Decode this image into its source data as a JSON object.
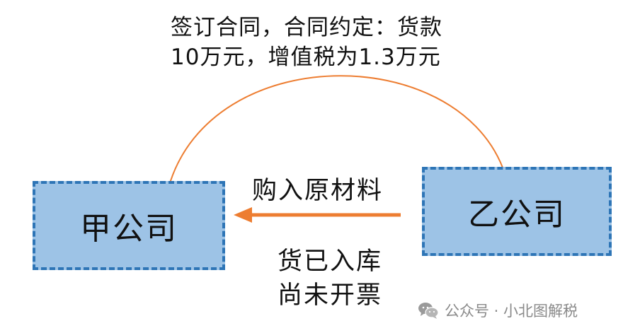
{
  "contract_note": {
    "line1": "签订合同，合同约定：货款",
    "line2": "10万元，增值税为1.3万元"
  },
  "entities": {
    "party_a": "甲公司",
    "party_b": "乙公司"
  },
  "flow": {
    "purchase_label": "购入原材料",
    "status_line1": "货已入库",
    "status_line2": "尚未开票"
  },
  "watermark": {
    "text": "公众号 · 小北图解税",
    "icon": "wechat-icon"
  },
  "colors": {
    "box_fill": "#9dc3e6",
    "box_border": "#2e75b6",
    "connector": "#ed7d31",
    "watermark": "#8a8a8a"
  }
}
